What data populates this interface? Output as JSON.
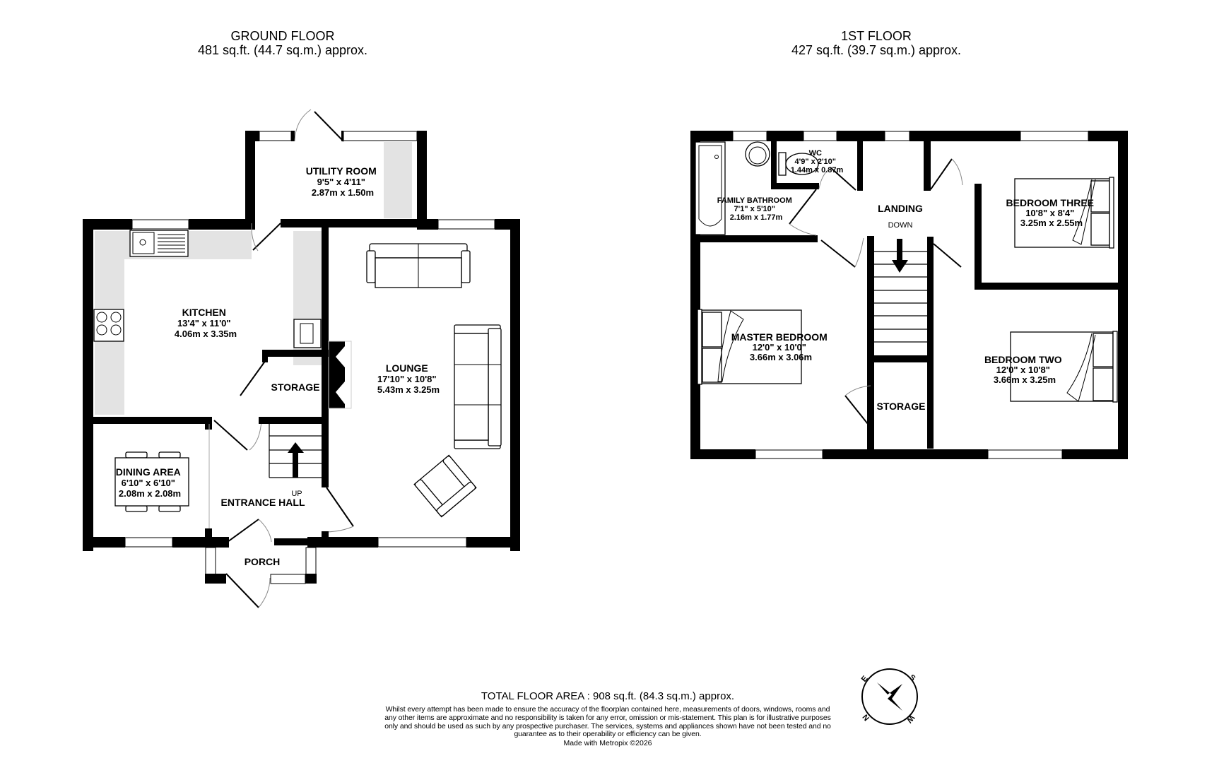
{
  "ground_floor": {
    "title": "GROUND FLOOR",
    "area": "481 sq.ft. (44.7 sq.m.) approx.",
    "rooms": {
      "utility": {
        "name": "UTILITY ROOM",
        "imperial": "9'5\"  x 4'11\"",
        "metric": "2.87m  x 1.50m"
      },
      "kitchen": {
        "name": "KITCHEN",
        "imperial": "13'4\"  x 11'0\"",
        "metric": "4.06m  x 3.35m"
      },
      "storage": {
        "name": "STORAGE"
      },
      "lounge": {
        "name": "LOUNGE",
        "imperial": "17'10\"  x 10'8\"",
        "metric": "5.43m  x 3.25m"
      },
      "dining": {
        "name": "DINING AREA",
        "imperial": "6'10\"  x 6'10\"",
        "metric": "2.08m  x 2.08m"
      },
      "entrance_hall": {
        "name": "ENTRANCE HALL",
        "stair_note": "UP"
      },
      "porch": {
        "name": "PORCH"
      }
    }
  },
  "first_floor": {
    "title": "1ST FLOOR",
    "area": "427 sq.ft. (39.7 sq.m.) approx.",
    "rooms": {
      "bathroom": {
        "name": "FAMILY BATHROOM",
        "imperial": "7'1\"  x 5'10\"",
        "metric": "2.16m  x 1.77m"
      },
      "wc": {
        "name": "WC",
        "imperial": "4'9\"  x 2'10\"",
        "metric": "1.44m  x 0.87m"
      },
      "landing": {
        "name": "LANDING",
        "stair_note": "DOWN"
      },
      "bedroom_three": {
        "name": "BEDROOM THREE",
        "imperial": "10'8\"  x 8'4\"",
        "metric": "3.25m  x 2.55m"
      },
      "master_bedroom": {
        "name": "MASTER BEDROOM",
        "imperial": "12'0\"  x 10'0\"",
        "metric": "3.66m  x 3.06m"
      },
      "storage": {
        "name": "STORAGE"
      },
      "bedroom_two": {
        "name": "BEDROOM TWO",
        "imperial": "12'0\"  x 10'8\"",
        "metric": "3.66m  x 3.25m"
      }
    }
  },
  "footer": {
    "total_area": "TOTAL FLOOR AREA : 908 sq.ft. (84.3 sq.m.) approx.",
    "disclaimer": "Whilst every attempt has been made to ensure the accuracy of the floorplan contained here, measurements of doors, windows, rooms and any other items are approximate and no responsibility is taken for any error, omission or mis-statement. This plan is for illustrative purposes only and should be used as such by any prospective purchaser. The services, systems and appliances shown have not been tested and no guarantee as to their operability or efficiency can be given.",
    "made_with": "Made with Metropix ©2026"
  },
  "compass": {
    "icon": "compass-rose-icon",
    "labels": {
      "n": "N",
      "e": "E",
      "s": "S",
      "w": "W"
    }
  },
  "colors": {
    "wall": "#000000",
    "counter": "#e3e3e3",
    "background": "#ffffff"
  }
}
